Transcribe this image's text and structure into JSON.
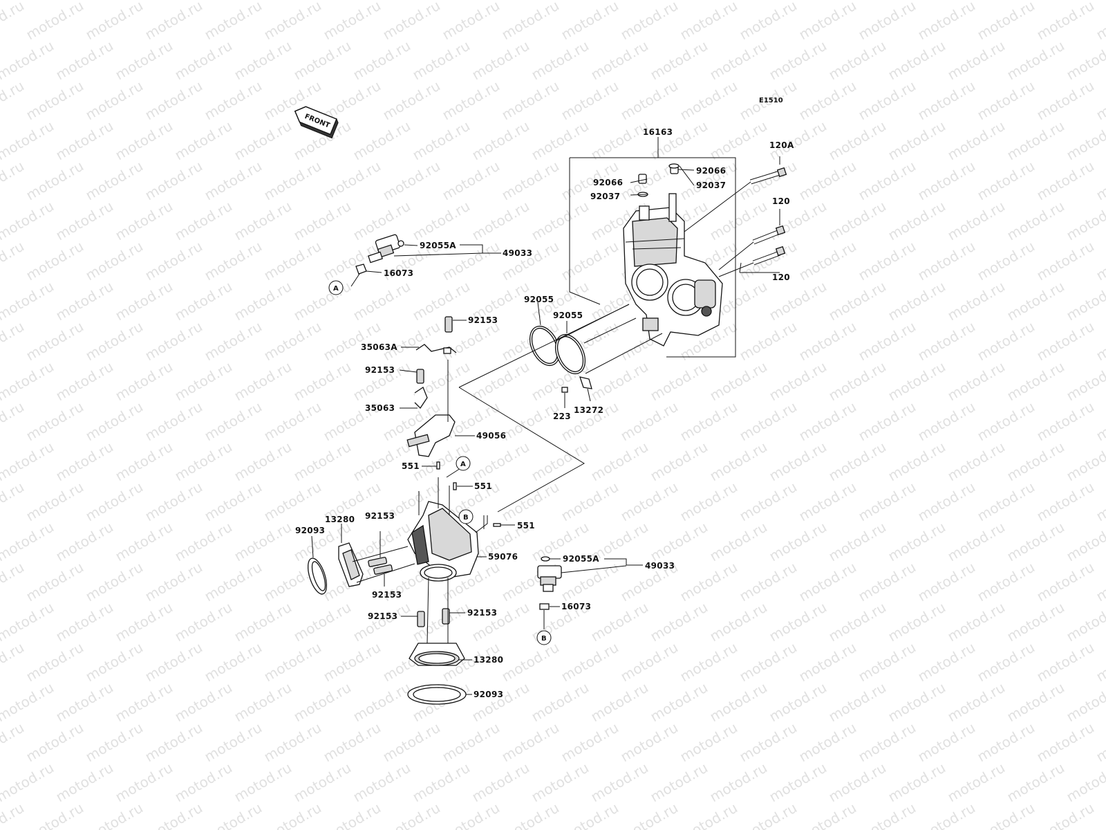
{
  "watermark": "motod.ru",
  "diagram_code": "E1510",
  "front_label": "FRONT",
  "callouts": [
    {
      "id": "c-16163",
      "text": "16163"
    },
    {
      "id": "c-120A",
      "text": "120A"
    },
    {
      "id": "c-92066-a",
      "text": "92066"
    },
    {
      "id": "c-92066-b",
      "text": "92066"
    },
    {
      "id": "c-92037-a",
      "text": "92037"
    },
    {
      "id": "c-92037-b",
      "text": "92037"
    },
    {
      "id": "c-120-a",
      "text": "120"
    },
    {
      "id": "c-120-b",
      "text": "120"
    },
    {
      "id": "c-92055A-top",
      "text": "92055A"
    },
    {
      "id": "c-49033-top",
      "text": "49033"
    },
    {
      "id": "c-16073-top",
      "text": "16073"
    },
    {
      "id": "c-92055-a",
      "text": "92055"
    },
    {
      "id": "c-92055-b",
      "text": "92055"
    },
    {
      "id": "c-92153-1",
      "text": "92153"
    },
    {
      "id": "c-35063A",
      "text": "35063A"
    },
    {
      "id": "c-92153-2",
      "text": "92153"
    },
    {
      "id": "c-35063",
      "text": "35063"
    },
    {
      "id": "c-223",
      "text": "223"
    },
    {
      "id": "c-13272",
      "text": "13272"
    },
    {
      "id": "c-49056",
      "text": "49056"
    },
    {
      "id": "c-551-a",
      "text": "551"
    },
    {
      "id": "c-551-b",
      "text": "551"
    },
    {
      "id": "c-551-c",
      "text": "551"
    },
    {
      "id": "c-13280-a",
      "text": "13280"
    },
    {
      "id": "c-92153-3",
      "text": "92153"
    },
    {
      "id": "c-92093-a",
      "text": "92093"
    },
    {
      "id": "c-59076",
      "text": "59076"
    },
    {
      "id": "c-92153-4",
      "text": "92153"
    },
    {
      "id": "c-92055A-bot",
      "text": "92055A"
    },
    {
      "id": "c-49033-bot",
      "text": "49033"
    },
    {
      "id": "c-16073-bot",
      "text": "16073"
    },
    {
      "id": "c-92153-5",
      "text": "92153"
    },
    {
      "id": "c-92153-6",
      "text": "92153"
    },
    {
      "id": "c-13280-b",
      "text": "13280"
    },
    {
      "id": "c-92093-b",
      "text": "92093"
    }
  ],
  "reference_markers": [
    {
      "id": "ref-A-1",
      "text": "A"
    },
    {
      "id": "ref-A-2",
      "text": "A"
    },
    {
      "id": "ref-B-1",
      "text": "B"
    },
    {
      "id": "ref-B-2",
      "text": "B"
    }
  ]
}
